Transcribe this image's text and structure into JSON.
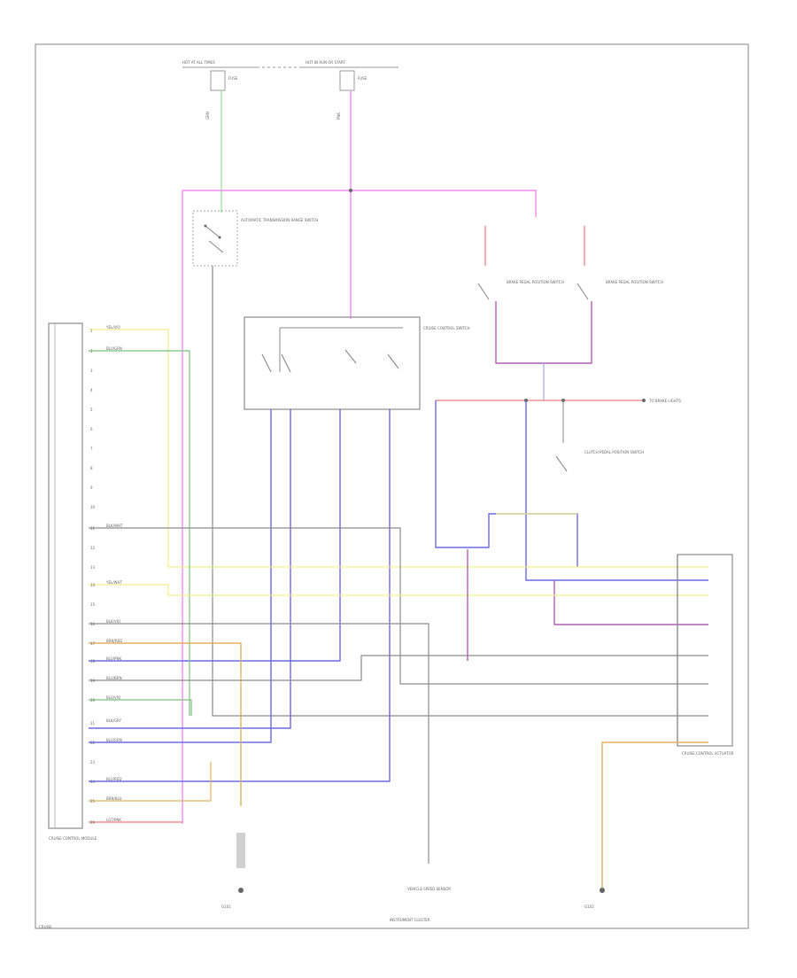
{
  "diagram": {
    "colors": {
      "yellow": "#f4ee8c",
      "green": "#7bc27b",
      "light_green": "#a6e0a6",
      "pink": "#f08cf0",
      "red": "#f09090",
      "blue": "#6a6ae6",
      "purple": "#b060b0",
      "gray": "#8c8c8c",
      "orange": "#e0b060",
      "frame": "#9a9a9a"
    },
    "ecm_pins": [
      "1",
      "2",
      "3",
      "4",
      "5",
      "6",
      "7",
      "8",
      "9",
      "10",
      "11",
      "12",
      "13",
      "14",
      "15",
      "16",
      "17",
      "18",
      "19",
      "20",
      "21",
      "22",
      "23",
      "24",
      "25",
      "26"
    ],
    "labels": {
      "top_left_connector": "HOT AT ALL TIMES",
      "top_right_connector": "HOT IN RUN OR START",
      "fuse_left": "FUSE",
      "fuse_right": "FUSE",
      "wire_top_left": "GRN",
      "wire_top_right": "PNK",
      "trans_switch": "AUTOMATIC TRANSMISSION RANGE SWITCH",
      "cruise_switch": "CRUISE CONTROL SWITCH",
      "brake_switch_left": "BRAKE PEDAL POSITION SWITCH",
      "brake_switch_right": "BRAKE PEDAL POSITION SWITCH",
      "clutch_switch": "CLUTCH PEDAL POSITION SWITCH",
      "stoplamps": "TO BRAKE LIGHTS",
      "ecm_module": "CRUISE CONTROL MODULE",
      "actuator": "CRUISE CONTROL ACTUATOR",
      "vss": "VEHICLE SPEED SENSOR",
      "instrument_cluster": "INSTRUMENT CLUSTER",
      "ground_left": "G101",
      "ground_right": "G102",
      "page_id": "CRUISE"
    },
    "wire_labels": [
      "YEL/VIO",
      "BLU/GRN",
      "BLK/WHT",
      "YEL/WHT",
      "BLK/VIO",
      "BRN/RED",
      "BLU/PNK",
      "BLU/BRN",
      "BLU/VIO",
      "BLK/GRY",
      "BLU/GRN",
      "BLU/RED",
      "BRN/BLU",
      "LGT/PNK"
    ]
  }
}
